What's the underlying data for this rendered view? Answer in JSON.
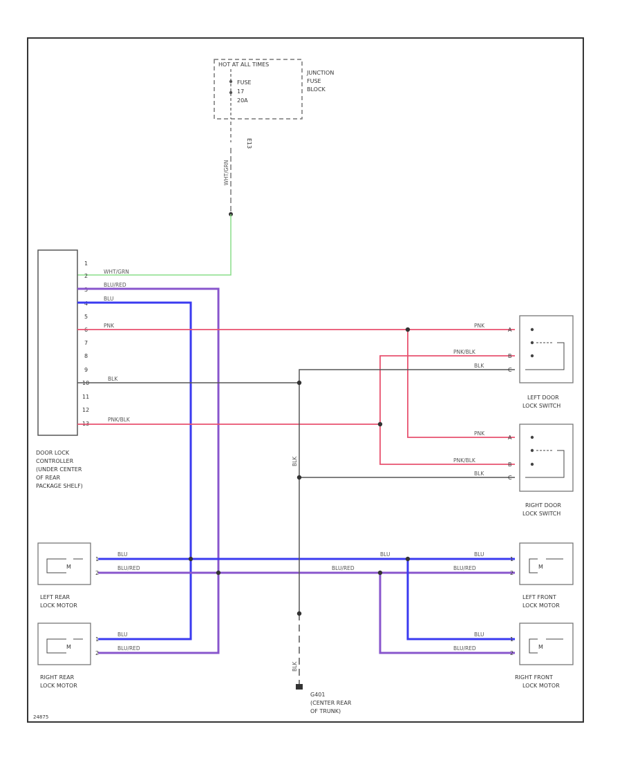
{
  "fuse_block": {
    "header": "HOT AT ALL TIMES",
    "fuse_lines": [
      "FUSE",
      "17",
      "20A"
    ],
    "name_lines": [
      "JUNCTION",
      "FUSE",
      "BLOCK"
    ],
    "output_pin": "E13",
    "feed_wire": "WHT/GRN"
  },
  "controller": {
    "name_lines": [
      "DOOR LOCK",
      "CONTROLLER",
      "(UNDER CENTER",
      "OF REAR",
      "PACKAGE SHELF)"
    ],
    "pins": [
      {
        "num": "1",
        "wire": ""
      },
      {
        "num": "2",
        "wire": "WHT/GRN"
      },
      {
        "num": "3",
        "wire": "BLU/RED"
      },
      {
        "num": "4",
        "wire": "BLU"
      },
      {
        "num": "5",
        "wire": ""
      },
      {
        "num": "6",
        "wire": "PNK"
      },
      {
        "num": "7",
        "wire": ""
      },
      {
        "num": "8",
        "wire": ""
      },
      {
        "num": "9",
        "wire": ""
      },
      {
        "num": "10",
        "wire": "BLK"
      },
      {
        "num": "11",
        "wire": ""
      },
      {
        "num": "12",
        "wire": ""
      },
      {
        "num": "13",
        "wire": "PNK/BLK"
      }
    ]
  },
  "left_door_switch": {
    "name_lines": [
      "LEFT DOOR",
      "LOCK SWITCH"
    ],
    "wires": [
      "PNK",
      "PNK/BLK",
      "BLK"
    ],
    "pins": [
      "A",
      "B",
      "C"
    ]
  },
  "right_door_switch": {
    "name_lines": [
      "RIGHT DOOR",
      "LOCK SWITCH"
    ],
    "wires": [
      "PNK",
      "PNK/BLK",
      "BLK"
    ],
    "pins": [
      "A",
      "B",
      "C"
    ]
  },
  "left_rear_motor": {
    "name_lines": [
      "LEFT REAR",
      "LOCK MOTOR"
    ],
    "motor_label": "M",
    "pins": [
      "1",
      "2"
    ],
    "wires": [
      "BLU",
      "BLU/RED"
    ]
  },
  "right_rear_motor": {
    "name_lines": [
      "RIGHT REAR",
      "LOCK MOTOR"
    ],
    "motor_label": "M",
    "pins": [
      "1",
      "2"
    ],
    "wires": [
      "BLU",
      "BLU/RED"
    ]
  },
  "left_front_motor": {
    "name_lines": [
      "LEFT FRONT",
      "LOCK MOTOR"
    ],
    "motor_label": "M",
    "pins": [
      "1",
      "2"
    ],
    "wires": [
      "BLU",
      "BLU/RED"
    ]
  },
  "right_front_motor": {
    "name_lines": [
      "RIGHT FRONT",
      "LOCK MOTOR"
    ],
    "motor_label": "M",
    "pins": [
      "1",
      "2"
    ],
    "wires": [
      "BLU",
      "BLU/RED"
    ]
  },
  "ground": {
    "wire": "BLK",
    "wire_lower": "BLK",
    "name_lines": [
      "G401",
      "(CENTER REAR",
      "OF TRUNK)"
    ]
  },
  "mid_labels": {
    "blu_mid": "BLU",
    "blured_mid": "BLU/RED"
  },
  "footer_code": "24875",
  "colors": {
    "blu": "#3a3af0",
    "blu_red": "#8855cc",
    "pnk": "#e8506e",
    "blk": "#555555",
    "wht_grn": "#88dd88",
    "border": "#333333"
  }
}
